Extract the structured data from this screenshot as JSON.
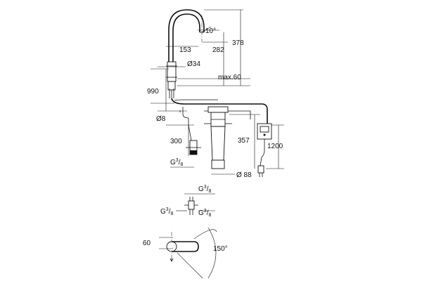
{
  "dimensions": {
    "spout_angle": "10°",
    "spout_reach": "153",
    "spout_height": "282",
    "total_height": "378",
    "base_diameter": "Ø34",
    "deck_thickness": "max.60",
    "hose_length": "990",
    "connection_diameter": "Ø8",
    "tail_length": "300",
    "filter_height": "357",
    "filter_diameter": "Ø 88",
    "power_cable": "1200",
    "swivel_angle": "150°",
    "tap_offset": "60"
  },
  "threads": {
    "main": {
      "letter": "G",
      "num": "3",
      "den": "8"
    },
    "top": {
      "letter": "G",
      "num": "3",
      "den": "8"
    },
    "left": {
      "letter": "G",
      "num": "3",
      "den": "8"
    },
    "right": {
      "letter": "G",
      "num": "3",
      "den": "8"
    }
  }
}
